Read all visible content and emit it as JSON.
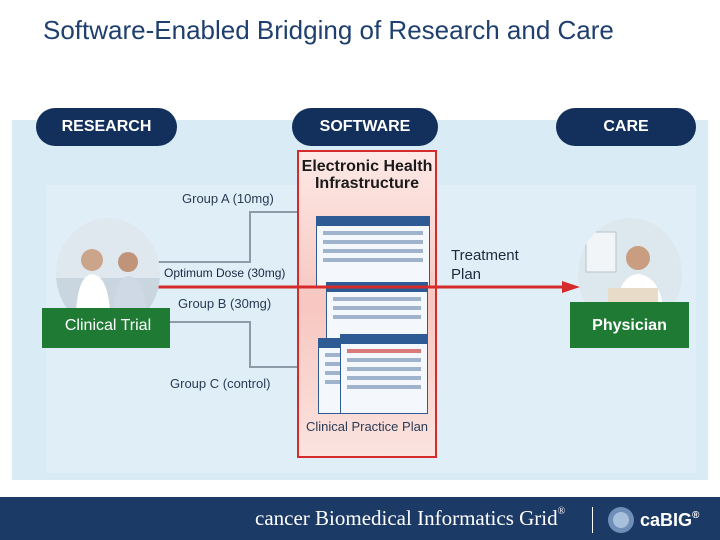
{
  "title": "Software-Enabled Bridging of Research and Care",
  "headers": {
    "research": "RESEARCH",
    "software": "SOFTWARE",
    "care": "CARE"
  },
  "software_title": "Electronic Health Infrastructure",
  "groups": {
    "a": "Group A (10mg)",
    "optimum": "Optimum Dose (30mg)",
    "b": "Group B (30mg)",
    "c": "Group C (control)"
  },
  "treatment_plan": "Treatment Plan",
  "clinical_trial": "Clinical Trial",
  "physician": "Physician",
  "clinical_practice_plan": "Clinical Practice Plan",
  "footer": {
    "brand": "cancer Biomedical Informatics Grid",
    "registered": "®",
    "logo": "caBIG",
    "logo_mark": "®"
  },
  "colors": {
    "navy": "#13305c",
    "green": "#1f7a34",
    "red_arrow": "#d52b2b",
    "band": "#d9ecf5",
    "footer": "#1c3a66"
  },
  "icons": [
    "researcher-photo",
    "physician-photo",
    "software-screenshot",
    "cabig-logo-icon"
  ]
}
